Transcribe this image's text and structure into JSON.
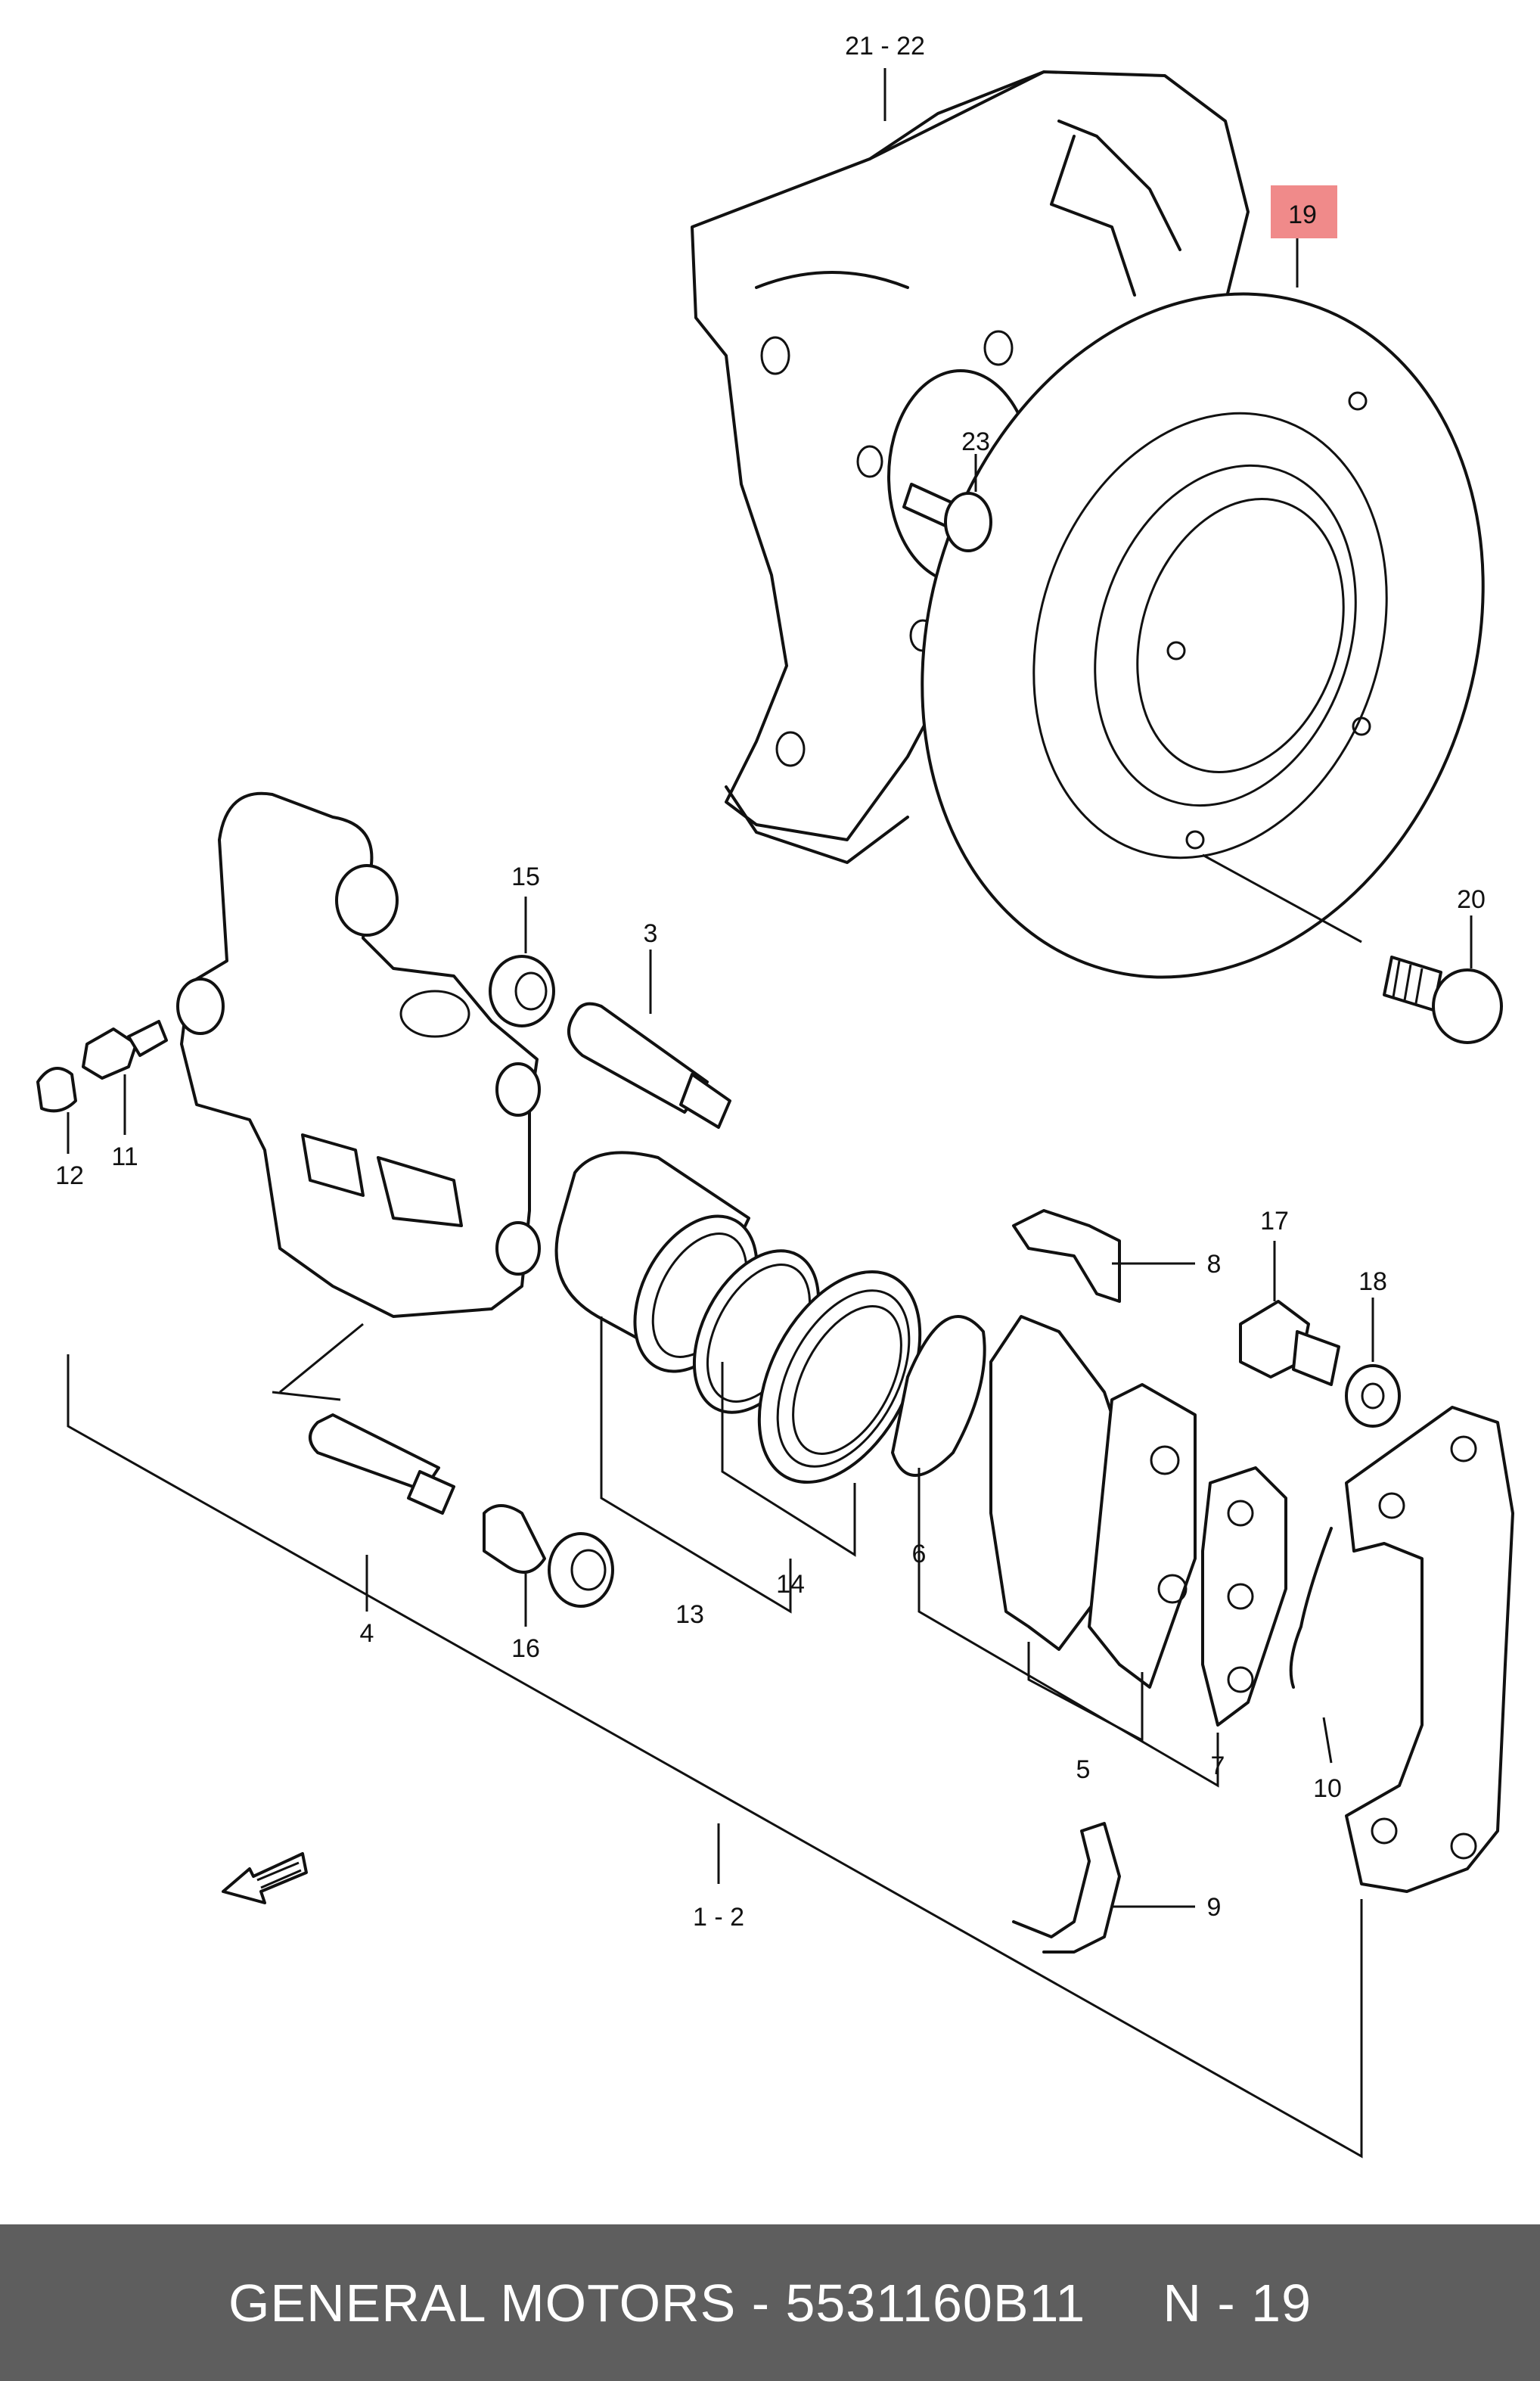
{
  "diagram": {
    "callouts": [
      {
        "id": "c-21-22",
        "label": "21 - 22"
      },
      {
        "id": "c-19",
        "label": "19",
        "highlighted": true
      },
      {
        "id": "c-23",
        "label": "23"
      },
      {
        "id": "c-20",
        "label": "20"
      },
      {
        "id": "c-15",
        "label": "15"
      },
      {
        "id": "c-3",
        "label": "3"
      },
      {
        "id": "c-12",
        "label": "12"
      },
      {
        "id": "c-11",
        "label": "11"
      },
      {
        "id": "c-8",
        "label": "8"
      },
      {
        "id": "c-17",
        "label": "17"
      },
      {
        "id": "c-18",
        "label": "18"
      },
      {
        "id": "c-4",
        "label": "4"
      },
      {
        "id": "c-16",
        "label": "16"
      },
      {
        "id": "c-13",
        "label": "13"
      },
      {
        "id": "c-14",
        "label": "14"
      },
      {
        "id": "c-6",
        "label": "6"
      },
      {
        "id": "c-5",
        "label": "5"
      },
      {
        "id": "c-7",
        "label": "7"
      },
      {
        "id": "c-10",
        "label": "10"
      },
      {
        "id": "c-9",
        "label": "9"
      },
      {
        "id": "c-1-2",
        "label": "1 - 2"
      }
    ],
    "highlight_color": "#f08a8a",
    "direction_icon": "front-arrow-icon"
  },
  "footer": {
    "text": "GENERAL MOTORS - 5531160B11     N - 19"
  }
}
